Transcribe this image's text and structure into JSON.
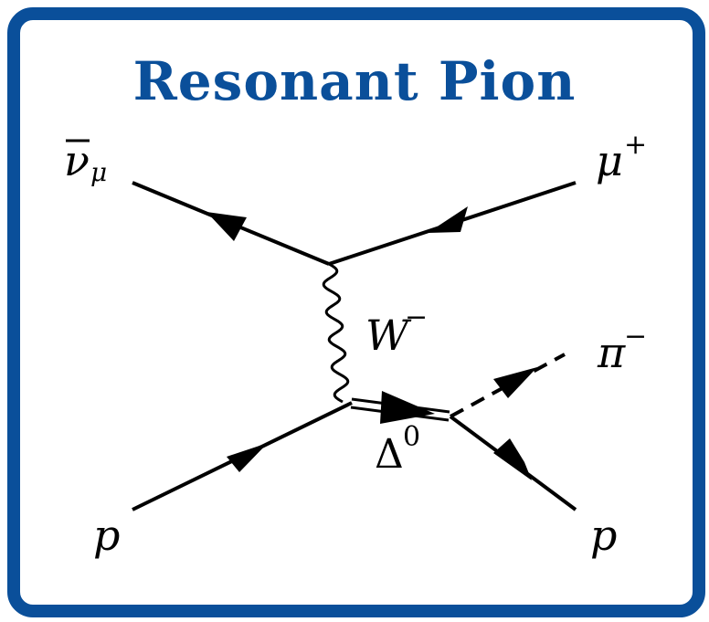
{
  "title": "Resonant Pion",
  "colors": {
    "frame": "#0a4f9a",
    "title": "#0a4f9a",
    "lines": "#000000"
  },
  "particles": {
    "antineutrino": {
      "symbol": "ν",
      "subscript": "μ"
    },
    "muon": {
      "symbol": "μ",
      "superscript": "+"
    },
    "w_boson": {
      "symbol": "W",
      "superscript": "−"
    },
    "pion": {
      "symbol": "π",
      "superscript": "−"
    },
    "delta": {
      "symbol": "Δ",
      "superscript": "0"
    },
    "proton_in": {
      "symbol": "p"
    },
    "proton_out": {
      "symbol": "p"
    }
  }
}
